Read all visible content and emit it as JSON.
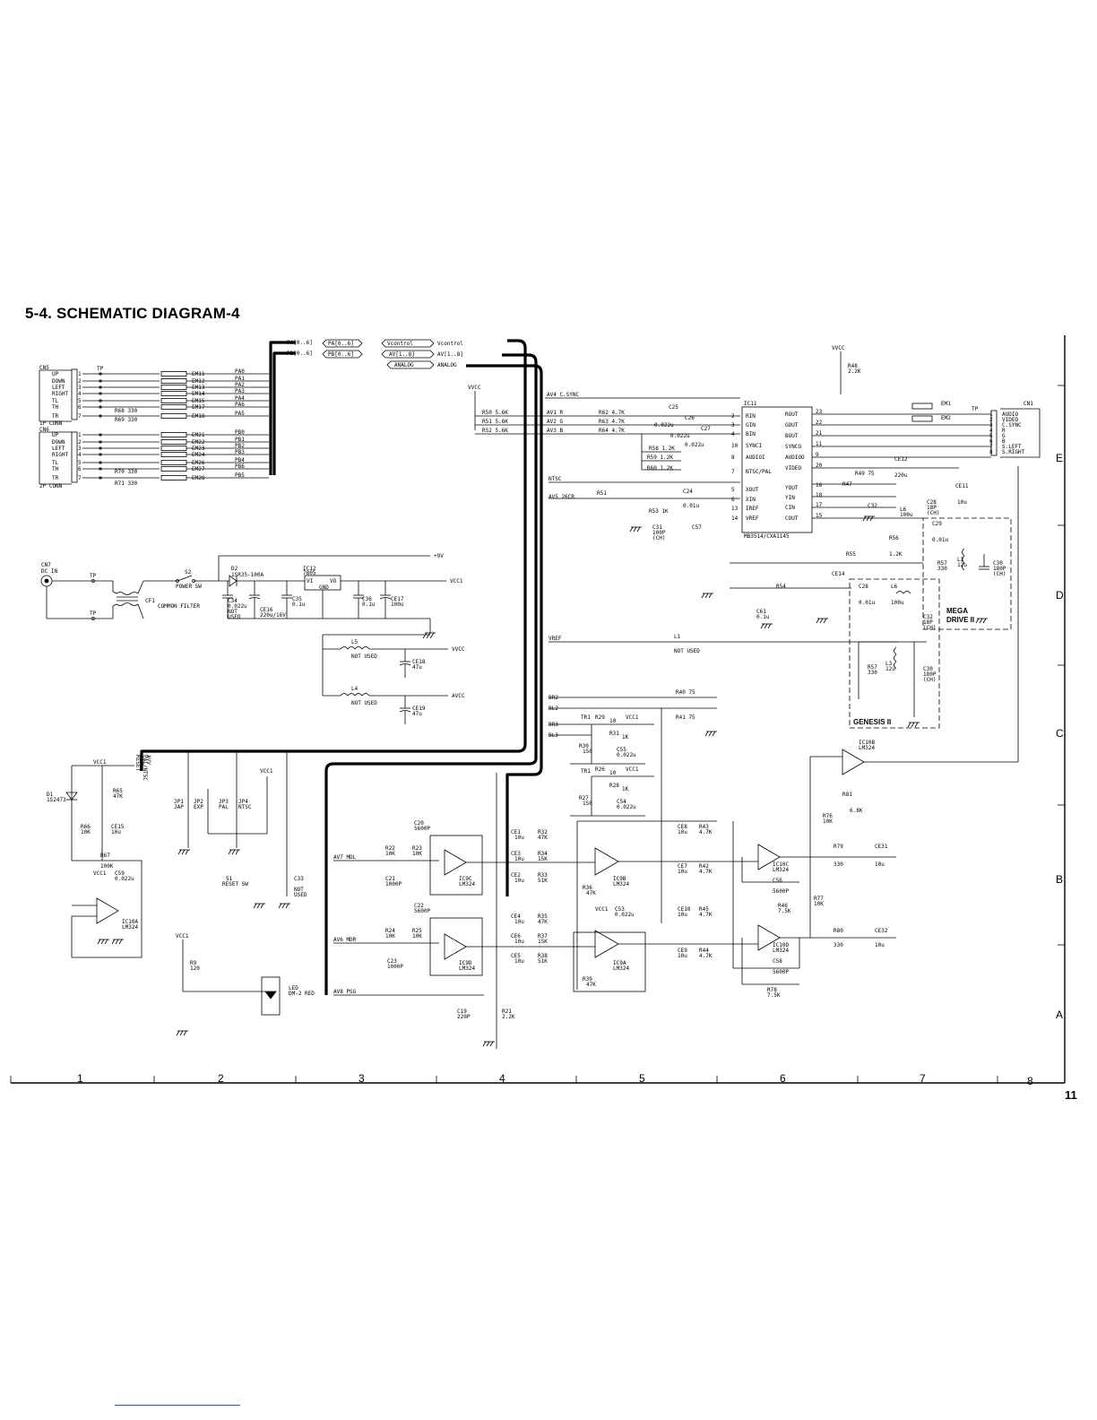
{
  "title": "5-4. SCHEMATIC DIAGRAM-4",
  "page_number": "11",
  "grid": {
    "columns": [
      "1",
      "2",
      "3",
      "4",
      "5",
      "6",
      "7",
      "8"
    ],
    "rows": [
      "E",
      "D",
      "C",
      "B",
      "A"
    ]
  },
  "bus": {
    "pa": "PA[0..6]",
    "pb": "PB[0..6]",
    "vcontrol": "Vcontrol",
    "av": "AV[1..8]",
    "analog": "ANALOG",
    "pa_tag": "PA[0..6]",
    "pb_tag": "PB[0..6]",
    "vcontrol_tag": "Vcontrol",
    "av_tag": "AV[1..8]",
    "analog_tag": "ANALOG"
  },
  "connectors": {
    "cn5": {
      "name": "CN5",
      "title": "1P CONN",
      "pins": [
        "UP",
        "DOWN",
        "LEFT",
        "RIGHT",
        "TL",
        "TH",
        "TR"
      ]
    },
    "cn6": {
      "name": "CN6",
      "title": "2P CONN",
      "pins": [
        "UP",
        "DOWN",
        "LEFT",
        "RIGHT",
        "TL",
        "TH",
        "TR"
      ]
    },
    "cn1": {
      "name": "CN1",
      "pins": [
        "AUDIO",
        "VIDEO",
        "C.SYNC",
        "R",
        "G",
        "B",
        "S.LEFT",
        "S.RIGHT"
      ]
    },
    "cn7": {
      "name": "CN7",
      "sub": "DC IN"
    }
  },
  "emi1": [
    "EM11",
    "EM12",
    "EM13",
    "EM14",
    "EM15",
    "EM17",
    "EM18"
  ],
  "emi1_pins": [
    "PA0",
    "PA1",
    "PA2",
    "PA3",
    "PA4",
    "PA6",
    "PA5"
  ],
  "emi2": [
    "EM21",
    "EM22",
    "EM23",
    "EM24",
    "EM26",
    "EM27",
    "EM28"
  ],
  "emi2_pins": [
    "PB0",
    "PB1",
    "PB2",
    "PB3",
    "PB4",
    "PB6",
    "PB5"
  ],
  "res_labels": {
    "r68": "R68  330",
    "r69": "R69  330",
    "r70": "R70  330",
    "r71": "R71  330",
    "r48": "R48",
    "r48v": "2.2K",
    "r50": "R50 5.6K",
    "r51a": "R51 5.6K",
    "r52": "R52 5.6K",
    "r62": "R62  4.7K",
    "r63": "R63  4.7K",
    "r64": "R64  4.7K",
    "r58": "R58 1.2K",
    "r59": "R59 1.2K",
    "r60": "R60 1.2K",
    "r49": "R49  75",
    "r47": "R47",
    "r55": "R55",
    "r56": "R56",
    "r56v": "1.2K",
    "r51": "R51",
    "r53": "R53  1K",
    "r54": "R54",
    "r40": "R40  75",
    "r41": "R41  75"
  },
  "power": {
    "tp": "TP",
    "s2": "S2",
    "s2v": "POWER SW",
    "d2": "D2",
    "d2v": "1SR35-100A",
    "ic12": "IC12",
    "ic12v": "7805",
    "cf1": "CF1",
    "cf1v": "COMMON FILTER",
    "c34": "C34",
    "c34v": "0.022u",
    "c34n": "NOT",
    "c34u": "USED",
    "ce16": "CE16",
    "ce16v": "220u/16V",
    "c35": "C35",
    "c35v": "0.1u",
    "c36": "C36",
    "c36v": "0.1u",
    "ce17": "CE17",
    "ce17v": "100u",
    "vi": "VI",
    "vo": "VO",
    "gnd": "GND",
    "p9v": "+9V",
    "vcc1": "VCC1",
    "l5": "L5",
    "l5v": "NOT USED",
    "ce18": "CE18",
    "ce18v": "47u",
    "vvcc": "VVCC",
    "l4": "L4",
    "l4v": "NOT USED",
    "ce19": "CE19",
    "ce19v": "47u",
    "avcc": "AVCC"
  },
  "ic11": {
    "name": "IC11",
    "part": "MB3514/CXA1145",
    "left_pins": [
      [
        "2",
        "RIN"
      ],
      [
        "3",
        "GIN"
      ],
      [
        "4",
        "BIN"
      ],
      [
        "10",
        "SYNCI"
      ],
      [
        "8",
        "AUDIOI"
      ],
      [
        "7",
        "NTSC/PAL"
      ],
      [
        "5",
        "XOUT"
      ],
      [
        "6",
        "XIN"
      ],
      [
        "13",
        "IREF"
      ],
      [
        "14",
        "VREF"
      ]
    ],
    "right_pins": [
      [
        "23",
        "ROUT"
      ],
      [
        "22",
        "GOUT"
      ],
      [
        "21",
        "BOUT"
      ],
      [
        "11",
        "SYNCO"
      ],
      [
        "9",
        "AUDIOO"
      ],
      [
        "20",
        "VIDEO"
      ],
      [
        "16",
        "YOUT"
      ],
      [
        "18",
        "YIN"
      ],
      [
        "17",
        "CIN"
      ],
      [
        "15",
        "COUT"
      ]
    ]
  },
  "nets": {
    "av4": "AV4 C.SYNC",
    "av1": "AV1 R",
    "av2": "AV2 G",
    "av3": "AV3 B",
    "ntsc": "NTSC",
    "av5": "AV5 26CR",
    "vref": "VREF",
    "br2": "BR2",
    "bl2": "BL2",
    "br3": "BR3",
    "bl3": "BL3",
    "av7": "AV7 MDL",
    "av6": "AV6 MDR",
    "av8": "AV8 PSG",
    "vvcc": "VVCC",
    "vcc1": "VCC1",
    "em1": "EM1",
    "em2": "EM2",
    "l1": "L1",
    "l1v": "NOT USED",
    "jp_a": "JAP",
    "jp_b": "EXP",
    "jp_c": "PAL",
    "jp_d": "NTSC"
  },
  "misc_caps": {
    "c25": "C25",
    "c25v": "0.022u",
    "c26": "C26",
    "c26v": "0.022u",
    "c27": "C27",
    "c27v": "0.022u",
    "c24": "C24",
    "c24v": "0.01u",
    "c31": "C31",
    "c31v": "100P",
    "c31t": "(CH)",
    "c57": "C57",
    "ce12": "CE12",
    "ce12v": "220u",
    "ce11": "CE11",
    "ce11v": "10u",
    "c32": "C32",
    "c28": "C28",
    "c28v": "18P",
    "c28t": "(CH)",
    "c29": "C29",
    "c29v": "0.01u",
    "l6": "L6",
    "l6v": "100u",
    "ce14": "CE14",
    "c61": "C61",
    "c61v": "0.1u"
  },
  "mega": {
    "label1": "MEGA",
    "label2": "DRIVE II",
    "r57": "R57",
    "r57v": "330",
    "l3": "L3",
    "l3v": "12u",
    "c30": "C30",
    "c30v": "180P",
    "c30t": "(CH)"
  },
  "genesis": {
    "label": "GENESIS II",
    "c28": "C28",
    "c28v": "0.01u",
    "l6": "L6",
    "l6v": "100u",
    "c32": "C32",
    "c32v": "18P",
    "c32t": "(CH)",
    "r57": "R57",
    "r57v": "330",
    "l3": "L3",
    "l3v": "12u",
    "c30": "C30",
    "c30v": "180P",
    "c30t": "(CH)"
  },
  "left_misc": {
    "vcc1": "VCC1",
    "d1": "D1",
    "d1v": "1S2473",
    "r65": "R65",
    "r65v": "47K",
    "r66": "R66",
    "r66v": "10K",
    "ce15": "CE15",
    "ce15v": "10u",
    "r67": "R67",
    "r67v": "100K",
    "c59": "C59",
    "c59v": "0.022u",
    "ic10a": "IC10A",
    "ic10av": "LM324",
    "jp1": "JP1",
    "jp2": "JP2",
    "jp3": "JP3",
    "jp4": "JP4",
    "s1": "S1",
    "s1v": "RESET SW",
    "c33": "C33",
    "c33n": "NOT",
    "c33u": "USED",
    "r9": "R9",
    "r9v": "120",
    "led": "LED",
    "ledv": "DM-2 RED",
    "bus_labels": [
      "RESET",
      "JAP",
      "PAL/NTSC",
      "AVV"
    ]
  },
  "opamps": {
    "ic9c": "IC9C",
    "ic9cv": "LM324",
    "ic9d": "IC9D",
    "ic9dv": "LM324",
    "ic9b": "IC9B",
    "ic9bv": "LM324",
    "ic9a": "IC9A",
    "ic9av": "LM324",
    "ic10c": "IC10C",
    "ic10cv": "LM324",
    "ic10d": "IC10D",
    "ic10dv": "LM324",
    "ic10b": "IC10B",
    "ic10bv": "LM324"
  },
  "audio_parts": {
    "c20": "C20",
    "c20v": "5600P",
    "r22": "R22",
    "r22v": "10K",
    "r23": "R23",
    "r23v": "10K",
    "c21": "C21",
    "c21v": "1000P",
    "c22": "C22",
    "c22v": "5600P",
    "r24": "R24",
    "r24v": "10K",
    "r25": "R25",
    "r25v": "10K",
    "c23": "C23",
    "c23v": "1000P",
    "ce1": "CE1",
    "ce1v": "10u",
    "r32": "R32",
    "r32v": "47K",
    "ce3": "CE3",
    "ce3v": "10u",
    "r34": "R34",
    "r34v": "15K",
    "ce2": "CE2",
    "ce2v": "10u",
    "r33": "R33",
    "r33v": "51K",
    "r36": "R36",
    "r36v": "47K",
    "ce4": "CE4",
    "ce4v": "10u",
    "r35": "R35",
    "r35v": "47K",
    "ce6": "CE6",
    "ce6v": "10u",
    "r37": "R37",
    "r37v": "15K",
    "ce5": "CE5",
    "ce5v": "10u",
    "r38": "R38",
    "r38v": "51K",
    "r39": "R39",
    "r39v": "47K",
    "c53": "C53",
    "c53v": "0.022u",
    "ce8": "CE8",
    "ce8v": "10u",
    "r43": "R43",
    "r43v": "4.7K",
    "ce7": "CE7",
    "ce7v": "10u",
    "r42": "R42",
    "r42v": "4.7K",
    "ce10": "CE10",
    "ce10v": "10u",
    "r45": "R45",
    "r45v": "4.7K",
    "ce9": "CE9",
    "ce9v": "10u",
    "r44": "R44",
    "r44v": "4.7K",
    "c56": "C56",
    "c56v": "5600P",
    "c58": "C58",
    "c58v": "5600P",
    "r46": "R46",
    "r46v": "7.5K",
    "r78": "R78",
    "r78v": "7.5K",
    "r79": "R79",
    "r79v": "330",
    "ce31": "CE31",
    "ce31v": "10u",
    "r80": "R80",
    "r80v": "330",
    "ce32": "CE32",
    "ce32v": "10u",
    "r77": "R77",
    "r77v": "10K",
    "r76": "R76",
    "r76v": "10K",
    "r81": "R81",
    "r81v": "6.8K",
    "c19": "C19",
    "c19v": "220P",
    "r21": "R21",
    "r21v": "2.2K",
    "tr1": "TR1",
    "r29": "R29",
    "r29v": "10",
    "r30": "R30",
    "r30v": "150",
    "r31": "R31",
    "r31v": "1K",
    "c55": "C55",
    "c55v": "0.022u",
    "tr1b": "TR1",
    "r26": "R26",
    "r26v": "10",
    "r27": "R27",
    "r27v": "150",
    "r28": "R28",
    "r28v": "1K",
    "c54": "C54",
    "c54v": "0.022u"
  }
}
